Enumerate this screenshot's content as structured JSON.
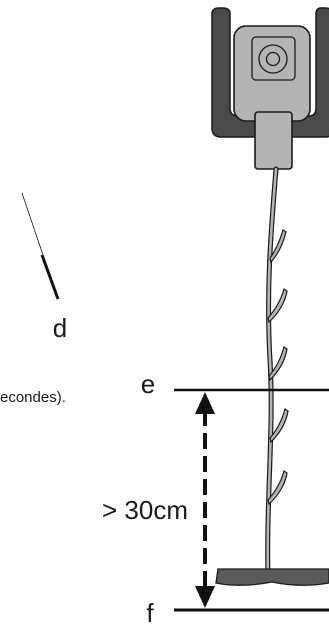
{
  "labels": {
    "d": "d",
    "e": "e",
    "f": "f",
    "distance": "> 30cm",
    "truncated_text": "econdes)."
  },
  "colors": {
    "device_body": "#b4b4b4",
    "bracket": "#4a4a4a",
    "outline": "#1a1a1a",
    "hose": "#b4b4b4",
    "base": "#5a5a5a",
    "line": "#111111",
    "background": "#ffffff"
  }
}
